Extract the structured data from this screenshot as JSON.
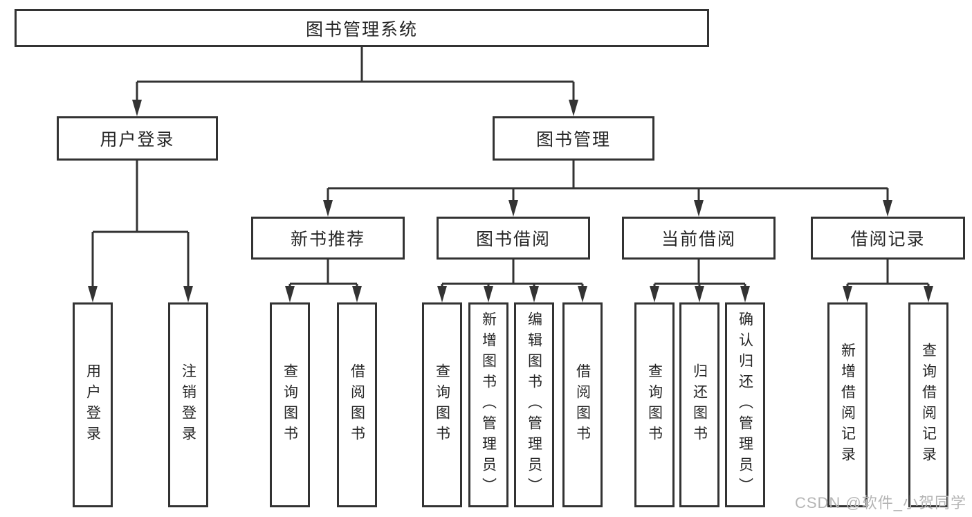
{
  "colors": {
    "line": "#333333",
    "node_border": "#333333",
    "node_text": "#262626",
    "watermark": "#b5b5b5",
    "background": "#ffffff"
  },
  "tree": {
    "root": {
      "label": "图书管理系统"
    },
    "level1": [
      {
        "label": "用户登录"
      },
      {
        "label": "图书管理"
      }
    ],
    "level2": [
      {
        "label": "新书推荐"
      },
      {
        "label": "图书借阅"
      },
      {
        "label": "当前借阅"
      },
      {
        "label": "借阅记录"
      }
    ],
    "leaves": {
      "user_login": [
        {
          "label": "用户登录"
        },
        {
          "label": "注销登录"
        }
      ],
      "new_book": [
        {
          "label": "查询图书"
        },
        {
          "label": "借阅图书"
        }
      ],
      "book_borrow": [
        {
          "label": "查询图书"
        },
        {
          "label": "新增图书（管理员）"
        },
        {
          "label": "编辑图书（管理员）"
        },
        {
          "label": "借阅图书"
        }
      ],
      "current_borrow": [
        {
          "label": "查询图书"
        },
        {
          "label": "归还图书"
        },
        {
          "label": "确认归还（管理员）"
        }
      ],
      "borrow_record": [
        {
          "label": "新增借阅记录"
        },
        {
          "label": "查询借阅记录"
        }
      ]
    }
  },
  "watermark": {
    "text": "CSDN @软件_小贺同学"
  }
}
